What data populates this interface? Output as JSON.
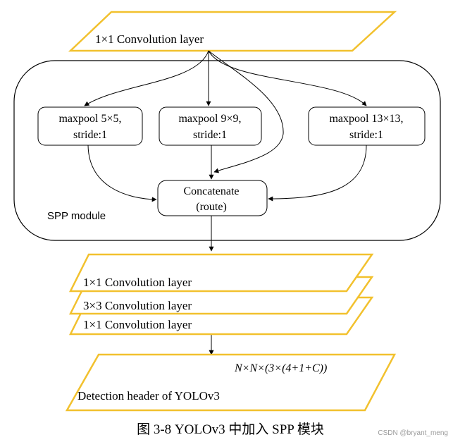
{
  "top_layer": {
    "label": "1×1 Convolution layer"
  },
  "spp": {
    "module_label": "SPP module",
    "pool_a": {
      "line1": "maxpool 5×5,",
      "line2": "stride:1"
    },
    "pool_b": {
      "line1": "maxpool 9×9,",
      "line2": "stride:1"
    },
    "pool_c": {
      "line1": "maxpool 13×13,",
      "line2": "stride:1"
    },
    "concat": {
      "line1": "Concatenate",
      "line2": "(route)"
    }
  },
  "stack": {
    "layer1": "1×1 Convolution layer",
    "layer2": "3×3 Convolution layer",
    "layer3": "1×1 Convolution layer"
  },
  "detection": {
    "formula": "N×N×(3×(4+1+C))",
    "label": "Detection header of YOLOv3"
  },
  "caption": "图 3-8 YOLOv3 中加入 SPP 模块",
  "watermark": "CSDN @bryant_meng",
  "colors": {
    "layer_border": "#f2c12e",
    "line": "#000000",
    "watermark": "#9a9a9a"
  }
}
